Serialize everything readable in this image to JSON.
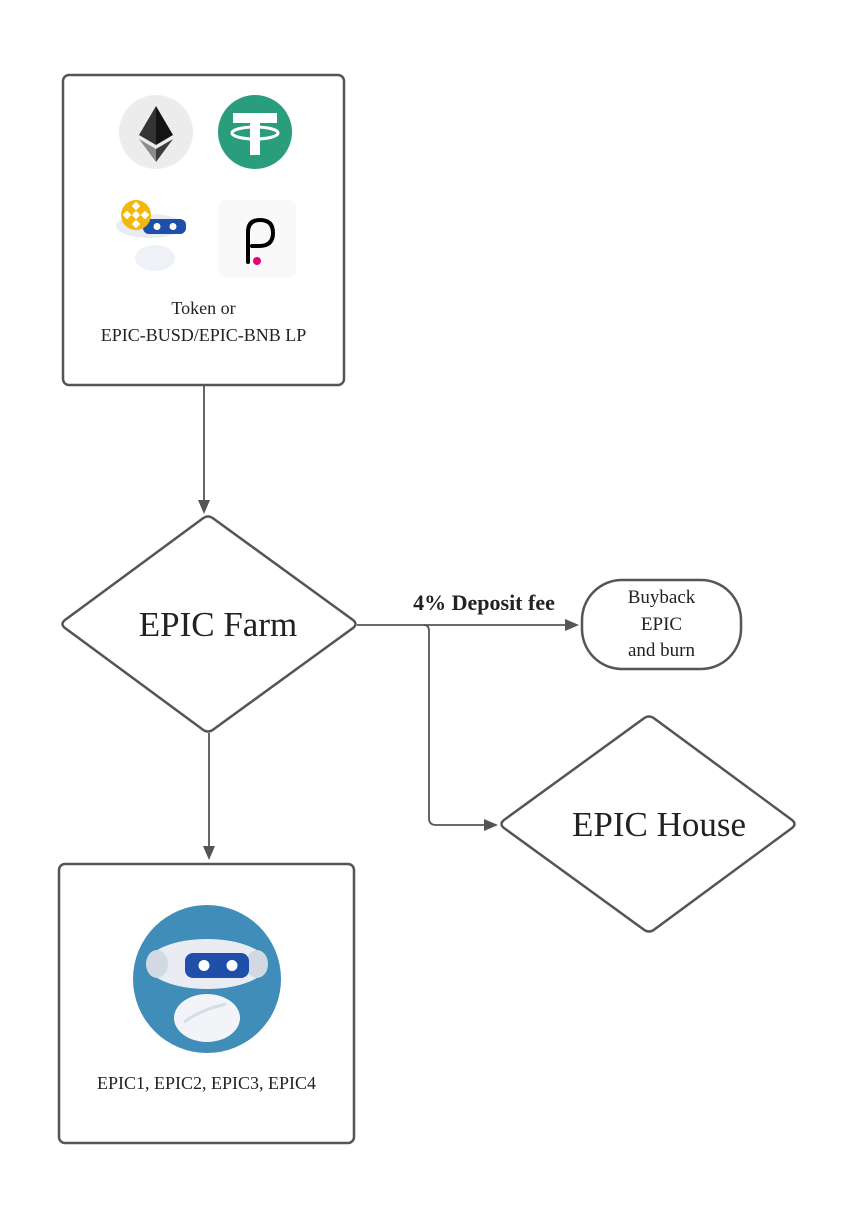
{
  "input_node": {
    "line1": "Token or",
    "line2": "EPIC-BUSD/EPIC-BNB LP",
    "icons": [
      "ethereum-icon",
      "tether-icon",
      "epic-bnb-icon",
      "polkadot-icon"
    ]
  },
  "farm_node": {
    "label": "EPIC Farm"
  },
  "fee_edge": {
    "label": "4% Deposit fee"
  },
  "buyback_node": {
    "line1": "Buyback",
    "line2": "EPIC",
    "line3": "and burn"
  },
  "house_node": {
    "label": "EPIC House"
  },
  "output_node": {
    "label": "EPIC1, EPIC2, EPIC3, EPIC4",
    "icon": "epic-robot-icon"
  },
  "colors": {
    "stroke": "#555555",
    "tether": "#2a9e7c",
    "robot_circle": "#3f8db8",
    "robot_visor": "#1f4fa8",
    "binance": "#f0b90b",
    "polkadot": "#e6007a"
  }
}
